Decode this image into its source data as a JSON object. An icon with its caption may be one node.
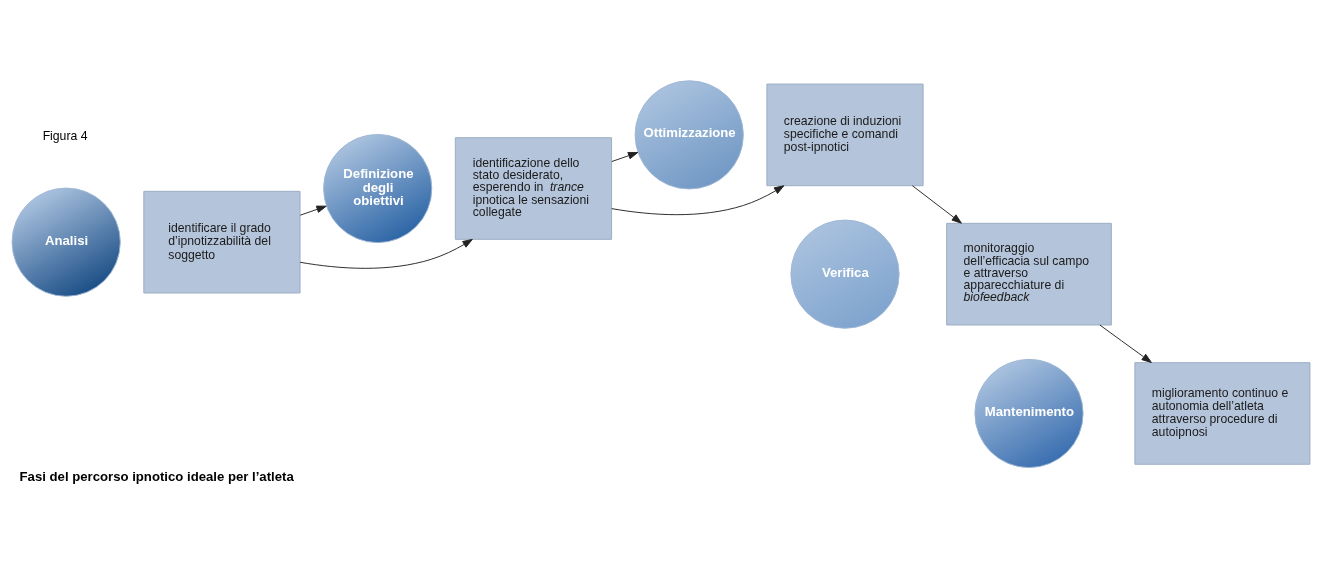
{
  "diagram": {
    "caption": "Fasi del percorso ipnotico ideale per l’atleta",
    "nodes": [
      {
        "text": [
          "Analisi"
        ]
      },
      {
        "text": [
          "identificare il grado d’ipnotizzabilità del soggetto"
        ]
      },
      {
        "text": [
          "Definizione degli obiettivi"
        ]
      },
      {
        "text": [
          "identificazione dello stato desiderato, esperendo in *trance* ipnotica le sensazioni collegate"
        ]
      },
      {
        "text": [
          "Ottimizzazione"
        ]
      },
      {
        "text": [
          "creazione di induzioni specifiche e comandi post-ipnotici"
        ]
      },
      {
        "text": [
          "Verifica"
        ]
      },
      {
        "text": [
          "monitoraggio dell’efficacia sul campo e attraverso apparecchiature di *biofeedback*"
        ]
      },
      {
        "text": [
          "Mantenimento"
        ]
      },
      {
        "text": [
          "miglioramento continuo e autonomia dell’atleta attraverso procedure di autoipnosi"
        ]
      }
    ],
    "edges": [
      {
        "from": 1,
        "to": 2,
        "arrow": "to"
      },
      {
        "from": 1,
        "to": 3,
        "arrow": "to"
      },
      {
        "from": 3,
        "to": 4,
        "arrow": "to"
      },
      {
        "from": 3,
        "to": 5,
        "arrow": "to"
      },
      {
        "from": 5,
        "to": 7,
        "arrow": "to"
      },
      {
        "from": 7,
        "to": 9,
        "arrow": "to"
      }
    ],
    "labels": [
      "Figura 4"
    ]
  }
}
